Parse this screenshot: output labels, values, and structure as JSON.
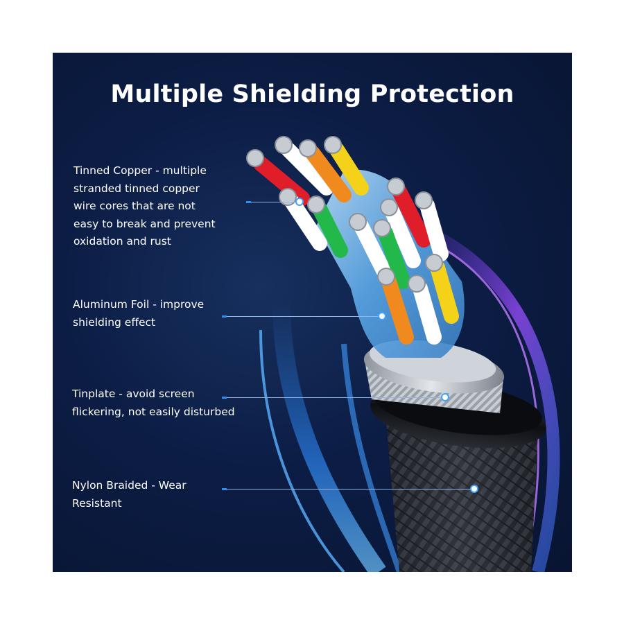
{
  "title": "Multiple Shielding Protection",
  "callouts": [
    {
      "heading": "Tinned Copper",
      "text": "Tinned Copper - multiple stranded tinned copper wire cores that are not easy to break and prevent oxidation and rust",
      "lines": [
        "Tinned Copper - multiple",
        "stranded tinned copper",
        "wire cores that are not",
        "easy to break and prevent",
        "oxidation and rust"
      ]
    },
    {
      "heading": "Aluminum Foil",
      "lines": [
        "Aluminum Foil - improve",
        "shielding effect"
      ]
    },
    {
      "heading": "Tinplate",
      "lines": [
        "Tinplate - avoid screen",
        "flickering, not easily disturbed"
      ]
    },
    {
      "heading": "Nylon Braided",
      "lines": [
        "Nylon Braided - Wear",
        "Resistant"
      ]
    }
  ],
  "colors": {
    "background": "#0c1d45",
    "accent": "#3ea2ff",
    "glow": "#7a3cff",
    "wire_colors": [
      "#e01e2a",
      "#f08a1e",
      "#f5d21a",
      "#22b84a",
      "#ffffff",
      "#5aa8e8"
    ]
  }
}
